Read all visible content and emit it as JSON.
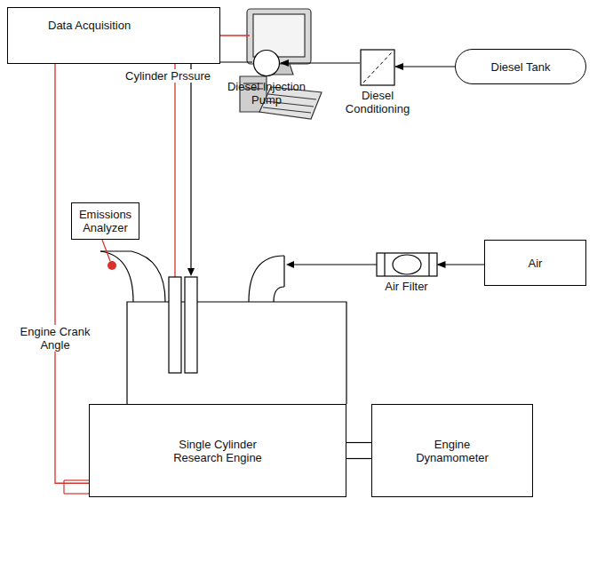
{
  "diagram": {
    "nodes": [
      {
        "text": [
          "Data Acquisition"
        ]
      },
      {
        "text": [
          "Diesel Tank"
        ]
      },
      {
        "text": [
          "Diesel Conditioning"
        ]
      },
      {
        "text": [
          "Diesel Injection Pump"
        ]
      },
      {
        "text": [
          "Emissions Analyzer"
        ]
      },
      {
        "text": [
          "Air"
        ]
      },
      {
        "text": [
          "Air Filter"
        ]
      },
      {
        "text": [
          "Single Cylinder Research Engine"
        ]
      },
      {
        "text": [
          "Engine Dynamometer"
        ]
      }
    ],
    "edges": [
      {
        "from": 1,
        "to": 2,
        "arrow": "to"
      },
      {
        "from": 2,
        "to": 3,
        "arrow": "to"
      },
      {
        "from": 5,
        "to": 6,
        "arrow": "to"
      },
      {
        "from": 0,
        "to": 7,
        "arrow": "none"
      },
      {
        "from": 7,
        "to": 8,
        "arrow": "none"
      }
    ],
    "labels": [
      "Cylinder Prssure",
      "Engine Crank Angle"
    ]
  }
}
